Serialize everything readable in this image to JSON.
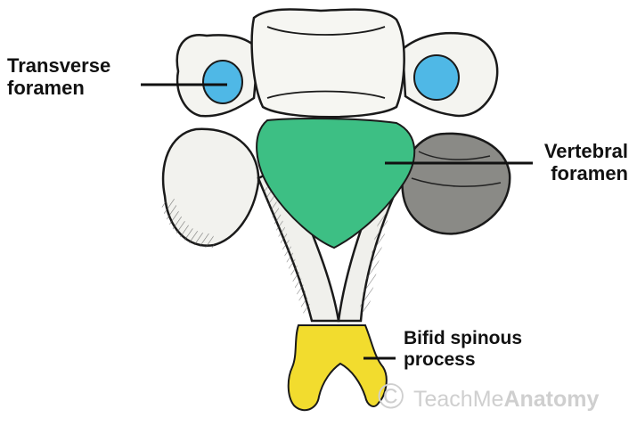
{
  "labels": {
    "transverse": {
      "line1": "Transverse",
      "line2": "foramen"
    },
    "vertebral": {
      "line1": "Vertebral",
      "line2": "foramen"
    },
    "bifid": {
      "line1": "Bifid spinous",
      "line2": "process"
    }
  },
  "watermark": {
    "symbol": "©",
    "text_light": "TeachMe",
    "text_bold": "Anatomy"
  },
  "colors": {
    "transverse_foramen": "#4fb8e6",
    "vertebral_foramen": "#3dbf84",
    "spinous_process": "#f2dc2e",
    "bone": "#f4f4f0",
    "ink": "#1a1a1a"
  }
}
